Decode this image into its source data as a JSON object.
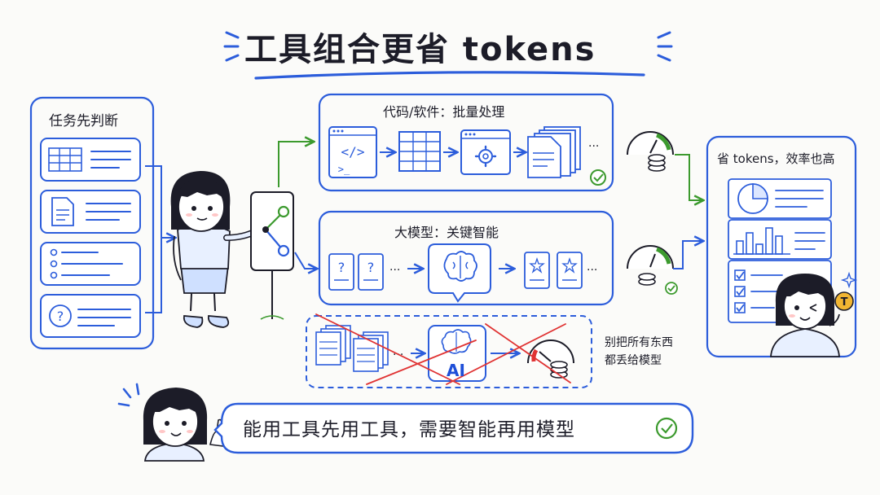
{
  "title": "工具组合更省 tokens",
  "task_panel": {
    "title": "任务先判断"
  },
  "tool_lane": {
    "title": "代码/软件：批量处理",
    "ellipsis": "···"
  },
  "llm_lane": {
    "title": "大模型：关键智能",
    "ellipsis": "···"
  },
  "bad_lane": {
    "ai_label": "AI",
    "note_line1": "别把所有东西",
    "note_line2": "都丢给模型",
    "ellipsis": "···"
  },
  "result_panel": {
    "title": "省 tokens，效率也高",
    "coin_label": "T"
  },
  "tip": {
    "text": "能用工具先用工具，需要智能再用模型"
  },
  "colors": {
    "ink": "#1c1c28",
    "blue": "#2c5ddb",
    "green": "#3c9a2e",
    "red": "#e03333",
    "gold": "#f2b632",
    "bg": "#fbfbf9"
  }
}
